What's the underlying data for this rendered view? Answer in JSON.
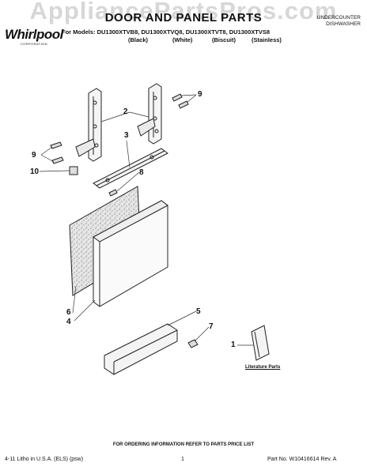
{
  "watermark": "AppliancePartsPros.com",
  "header": {
    "title": "DOOR AND PANEL PARTS",
    "brand": "Whirlpool",
    "brand_sub": "CORPORATION",
    "models": "For Models: DU1300XTVB8, DU1300XTVQ8, DU1300XTVT8, DU1300XTVS8",
    "colors": [
      "(Black)",
      "(White)",
      "(Biscuit)",
      "(Stainless)"
    ],
    "product_line1": "UNDERCOUNTER",
    "product_line2": "DISHWASHER"
  },
  "callouts": [
    "1",
    "2",
    "3",
    "4",
    "5",
    "6",
    "7",
    "8",
    "9",
    "9",
    "10"
  ],
  "literature_label": "Literature Parts",
  "ordering_note": "FOR ORDERING INFORMATION REFER TO PARTS PRICE LIST",
  "footer": {
    "left": "4-11 Litho in U.S.A. (ELS) (psw)",
    "page": "1",
    "right": "Part No. W10416614 Rev. A"
  }
}
